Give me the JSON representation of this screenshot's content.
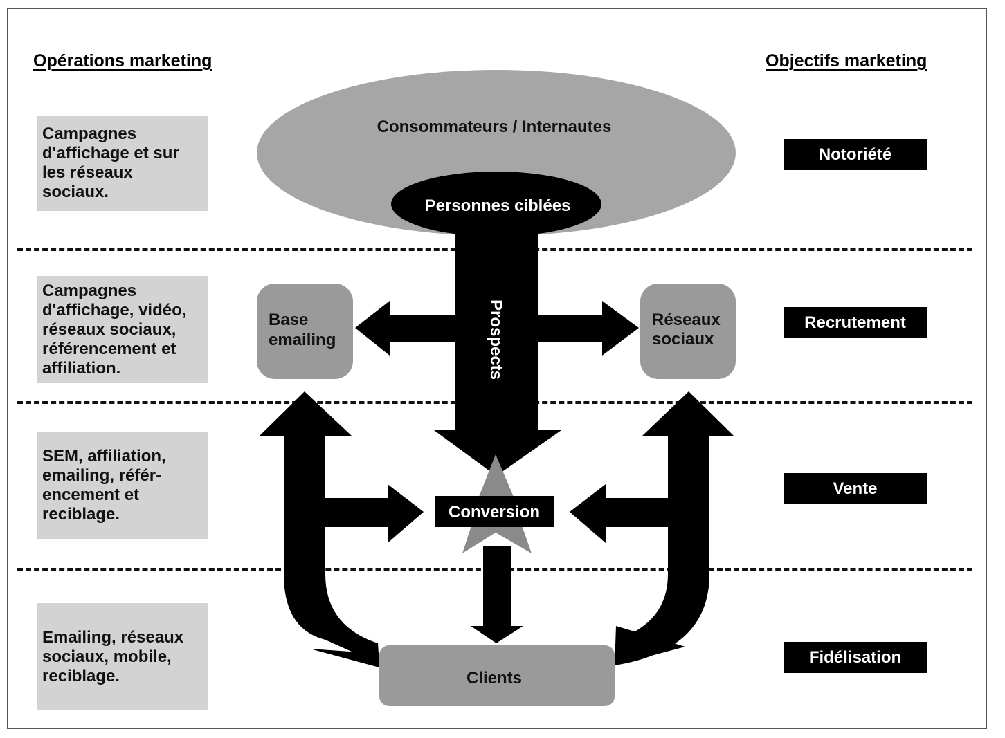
{
  "headings": {
    "left": "Opérations marketing",
    "right": "Objectifs marketing"
  },
  "operations": [
    "Campagnes d'affichage et sur les réseaux sociaux.",
    "Campagnes d'affichage, vidéo, réseaux sociaux, référencement et affiliation.",
    "SEM, affiliation, emailing, référ-encement et reciblage.",
    "Emailing, réseaux sociaux, mobile, reciblage."
  ],
  "objectives": [
    "Notoriété",
    "Recrutement",
    "Vente",
    "Fidélisation"
  ],
  "diagram": {
    "consumers": "Consommateurs / Internautes",
    "targeted": "Personnes ciblées",
    "prospects": "Prospects",
    "base_emailing": [
      "Base",
      "emailing"
    ],
    "social_networks": [
      "Réseaux",
      "sociaux"
    ],
    "conversion": "Conversion",
    "clients": "Clients"
  },
  "colors": {
    "light_gray": "#d3d3d3",
    "mid_gray": "#a6a6a6",
    "shape_gray": "#9a9a9a",
    "black": "#000000",
    "white": "#ffffff"
  }
}
